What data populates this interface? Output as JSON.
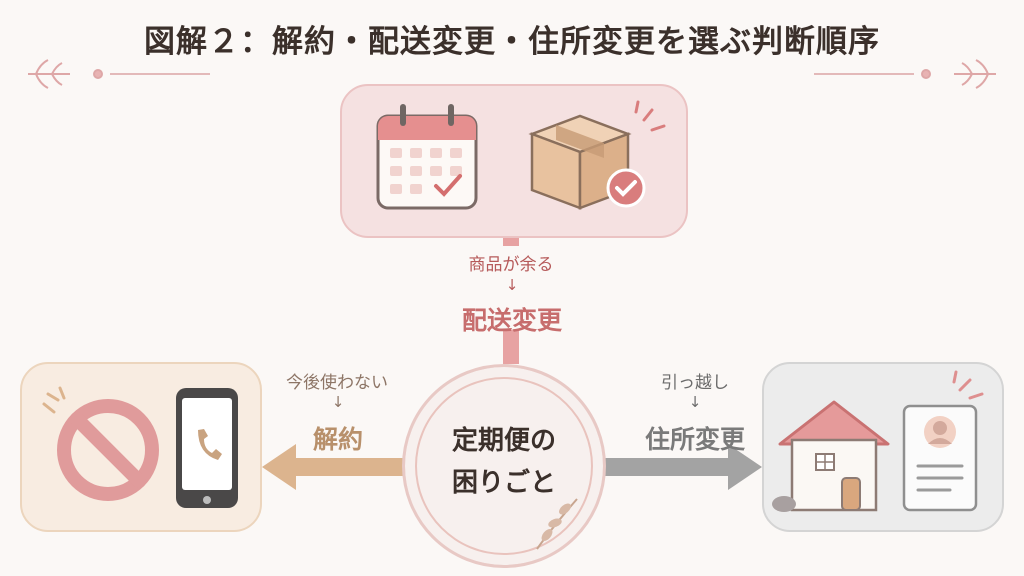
{
  "title": "図解２：解約・配送変更・住所変更を選ぶ判断順序",
  "hub": {
    "line1": "定期便の",
    "line2": "困りごと"
  },
  "branches": {
    "top": {
      "condition": "商品が余る",
      "arrow": "↓",
      "action": "配送変更",
      "icons": [
        "calendar-check-icon",
        "package-check-icon"
      ]
    },
    "left": {
      "condition": "今後使わない",
      "arrow": "↓",
      "action": "解約",
      "icons": [
        "prohibited-icon",
        "phone-icon"
      ]
    },
    "right": {
      "condition": "引っ越し",
      "arrow": "↓",
      "action": "住所変更",
      "icons": [
        "house-icon",
        "profile-card-icon"
      ]
    }
  },
  "colors": {
    "background": "#fbf8f6",
    "top_accent": "#e7a2a2",
    "left_accent": "#dcb48e",
    "right_accent": "#a3a3a3",
    "title": "#3b302b"
  }
}
